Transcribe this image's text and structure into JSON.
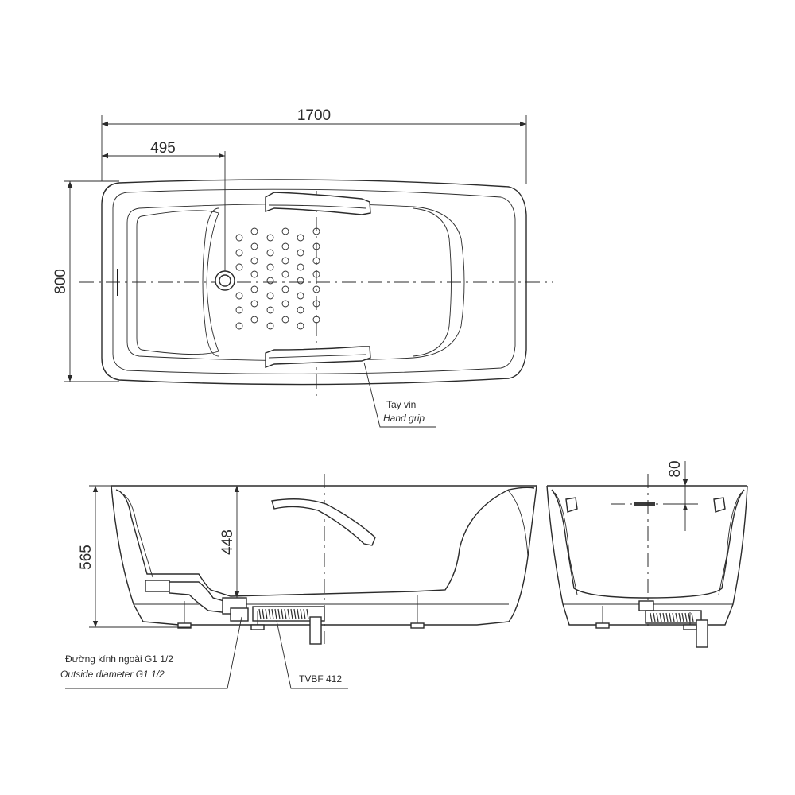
{
  "dimensions": {
    "overall_length": "1700",
    "drain_offset": "495",
    "width": "800",
    "overall_height": "565",
    "inner_depth": "448",
    "overflow_offset": "80"
  },
  "labels": {
    "hand_grip_vi": "Tay vịn",
    "hand_grip_en": "Hand grip",
    "outside_diameter_vi": "Đường kính ngoài G1 1/2",
    "outside_diameter_en": "Outside diameter G1 1/2",
    "drain_model": "TVBF 412"
  }
}
